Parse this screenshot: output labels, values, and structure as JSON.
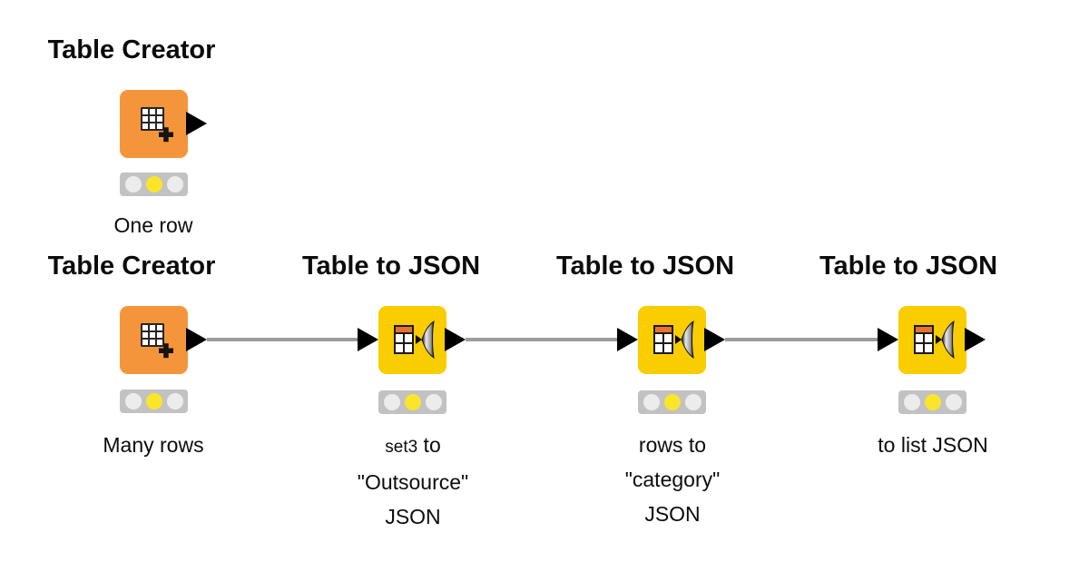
{
  "app": {
    "canvas_label": "KNIME workflow canvas"
  },
  "colors": {
    "background": "#ffffff",
    "node_orange": "#F4953C",
    "node_yellow": "#F9CD00",
    "traffic_light_bg": "#C2C2C2",
    "traffic_light_idle": "#ECECEC",
    "traffic_light_yellow": "#FBE52A",
    "edge_gray": "#9C9C9C",
    "port_black": "#000000",
    "icon_table_header_orange": "#E8732C"
  },
  "nodes": {
    "tc1": {
      "title": "Table Creator",
      "caption": "One row",
      "type": "Table Creator",
      "icon": "table-plus-icon",
      "state": "configured",
      "ports": {
        "input": false,
        "output": true
      }
    },
    "tc2": {
      "title": "Table Creator",
      "caption": "Many rows",
      "type": "Table Creator",
      "icon": "table-plus-icon",
      "state": "configured",
      "ports": {
        "input": false,
        "output": true
      }
    },
    "tj1": {
      "title": "Table to JSON",
      "caption_line1_small": "set3",
      "caption_line1_rest": " to",
      "caption_line2": "\"Outsource\"",
      "caption_line3": "JSON",
      "type": "Table to JSON",
      "icon": "table-to-json-icon",
      "state": "configured",
      "ports": {
        "input": true,
        "output": true
      }
    },
    "tj2": {
      "title": "Table to JSON",
      "caption_line1": "rows to",
      "caption_line2": "\"category\"",
      "caption_line3": "JSON",
      "type": "Table to JSON",
      "icon": "table-to-json-icon",
      "state": "configured",
      "ports": {
        "input": true,
        "output": true
      }
    },
    "tj3": {
      "title": "Table to JSON",
      "caption": "to list JSON",
      "type": "Table to JSON",
      "icon": "table-to-json-icon",
      "state": "configured",
      "ports": {
        "input": true,
        "output": true
      }
    }
  },
  "connections": [
    {
      "from": "tc2",
      "to": "tj1"
    },
    {
      "from": "tj1",
      "to": "tj2"
    },
    {
      "from": "tj2",
      "to": "tj3"
    }
  ]
}
